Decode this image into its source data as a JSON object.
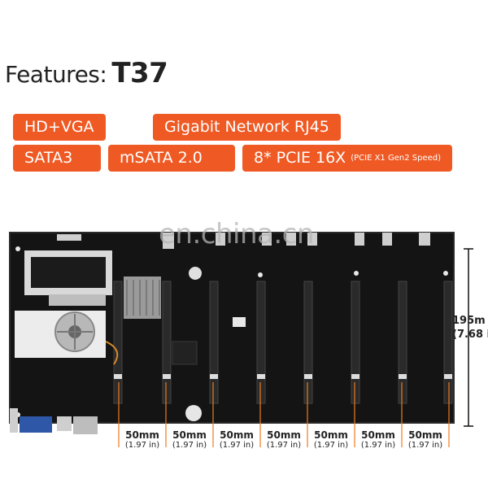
{
  "header": {
    "label": "Features:",
    "model": "T37"
  },
  "features": [
    {
      "text": "HD+VGA",
      "note": ""
    },
    {
      "text": "Gigabit Network RJ45",
      "note": ""
    },
    {
      "text": "SATA3",
      "note": ""
    },
    {
      "text": "mSATA 2.0",
      "note": ""
    },
    {
      "text": "8* PCIE 16X",
      "note": "(PCIE X1 Gen2 Speed)"
    }
  ],
  "watermark": "en.china.cn",
  "dimensions": {
    "slot_spacing": [
      {
        "mm": "50mm",
        "inch": "(1.97 in)"
      },
      {
        "mm": "50mm",
        "inch": "(1.97 in)"
      },
      {
        "mm": "50mm",
        "inch": "(1.97 in)"
      },
      {
        "mm": "50mm",
        "inch": "(1.97 in)"
      },
      {
        "mm": "50mm",
        "inch": "(1.97 in)"
      },
      {
        "mm": "50mm",
        "inch": "(1.97 in)"
      },
      {
        "mm": "50mm",
        "inch": "(1.97 in)"
      }
    ],
    "height_mm": "195m",
    "height_in": "(7.68 i"
  },
  "colors": {
    "accent": "#ef5a24",
    "dimension_line": "#f07a1c",
    "board": "#141414"
  }
}
